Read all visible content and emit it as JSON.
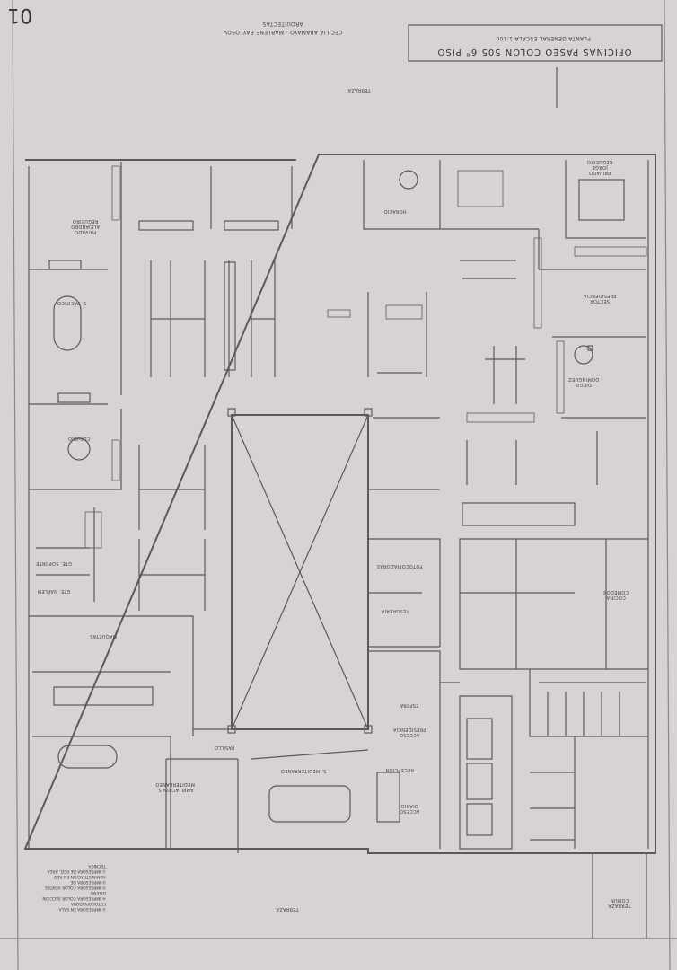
{
  "title_block": {
    "title": "OFICINAS PASEO COLON 505 6° PISO",
    "subtitle": "PLANTA GENERAL   ESCALA 1:100",
    "authors": "CECILIA ARAMAYO - MARLENE BAYLOSOV",
    "role": "ARQUITECTAS",
    "sheet_number": "01"
  },
  "rooms": {
    "privado_alejandro": "PRIVADO ALEJANDRO REGUEIRO",
    "s_pacifico": "S. PACIFICO",
    "claudio": "CLAUDIO",
    "gte_soporte": "GTE. SOPORTE",
    "gte_2": "GTE. NAPLEM",
    "maquetas": "MAQUETAS",
    "pasillo": "PASILLO",
    "ampliacion": "AMPLIACION S. MEDITERRANEO",
    "s_mediterraneo": "S. MEDITERRANEO",
    "recepcion": "RECEPCION",
    "acceso_diario": "ACCESO DIARIO",
    "acceso_presidencia": "ACCESO PRESIDENCIA",
    "espera": "ESPERA",
    "tesoreria": "TESORERIA",
    "fotocopiadoras": "FOTOCOPIADORAS",
    "cocina": "COCINA COMEDOR",
    "sector_presidencia": "SECTOR PRESIDENCIA",
    "diego": "DIEGO DOMINGUEZ",
    "privado_jorge": "PRIVADO JORGE REGUEIRO",
    "horacio": "HORACIO",
    "terraza_top": "TERRAZA",
    "terraza_bottom": "TERRAZA",
    "terraza_comun": "TERRAZA COMUN"
  },
  "legend": [
    "① IMPRESORA DE RED, AREA TECNICA",
    "② IMPRESORA DE ADMINISTRACION EN RED",
    "③ IMPRESORA COLOR VENTAS",
    "④ IMPRESORA COLOR SECCION DISEÑO",
    "⑤ IMPRESORA EN SALA FOTOCOPIADORA"
  ],
  "colors": {
    "paper": "#d6d2d6",
    "ink": "#555555"
  }
}
